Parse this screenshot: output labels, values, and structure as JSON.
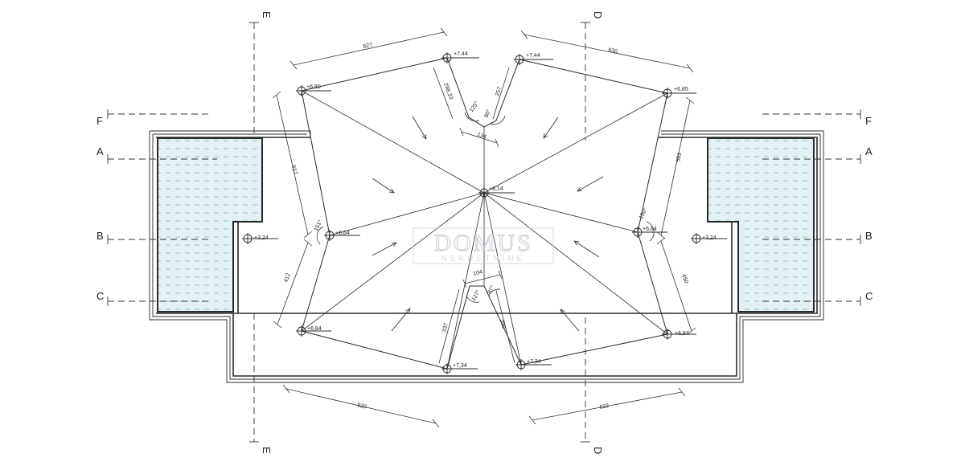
{
  "plan": {
    "axes": {
      "E": "E",
      "D": "D",
      "F": "F",
      "A": "A",
      "B": "B",
      "C": "C"
    },
    "dimensions": {
      "top_left": "627",
      "top_right": "630",
      "bottom_left": "620",
      "bottom_right": "622",
      "left_upper": "617",
      "left_lower": "412",
      "right_upper": "593",
      "right_lower": "450",
      "notch_top_left": "298,33",
      "notch_top_right": "257",
      "notch_top_width": "134",
      "notch_bottom_left": "337",
      "notch_bottom_right": "390",
      "notch_bottom_width": "104"
    },
    "angles": {
      "top_a": "125°",
      "top_b": "80°",
      "left": "151°",
      "right": "150°",
      "bottom_a": "127°",
      "bottom_b": "87°"
    },
    "elevations": {
      "top_left_inner": "+7,44",
      "top_right_inner": "+7,44",
      "top_left_corner": "+6,80",
      "top_right_corner": "+6,85",
      "center": "+8,14",
      "left_mid": "+6,64",
      "right_mid": "+6,64",
      "terrace_left": "+3,24",
      "terrace_right": "+3,24",
      "bottom_left_corner": "+6,84",
      "bottom_right_corner": "+6,84",
      "bottom_left_inner": "+7,34",
      "bottom_right_inner": "+7,34"
    },
    "watermark": {
      "name": "DOMUS",
      "sub": "NEKRETNINE"
    },
    "colors": {
      "line": "#2a2a2a",
      "water": "#dfeef2",
      "water_dash": "#7ab3c4"
    }
  }
}
